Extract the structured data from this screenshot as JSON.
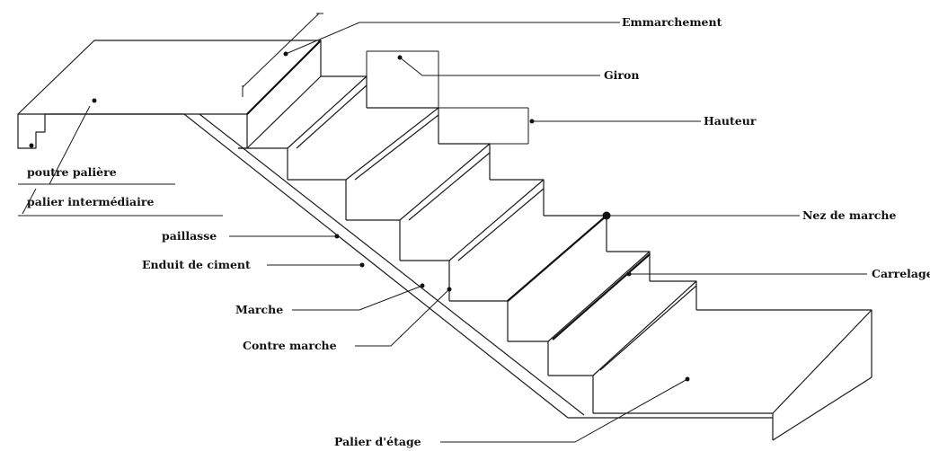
{
  "labels": {
    "emmarchement": "Emmarchement",
    "giron": "Giron",
    "hauteur": "Hauteur",
    "nez_de_marche": "Nez de marche",
    "carrelage": "Carrelage",
    "poutre_paliere": "poutre palière",
    "palier_intermediaire": "palier intermédiaire",
    "paillasse": "paillasse",
    "enduit_de_ciment": "Enduit de ciment",
    "marche": "Marche",
    "contre_marche": "Contre marche",
    "palier_etage": "Palier d'étage"
  }
}
